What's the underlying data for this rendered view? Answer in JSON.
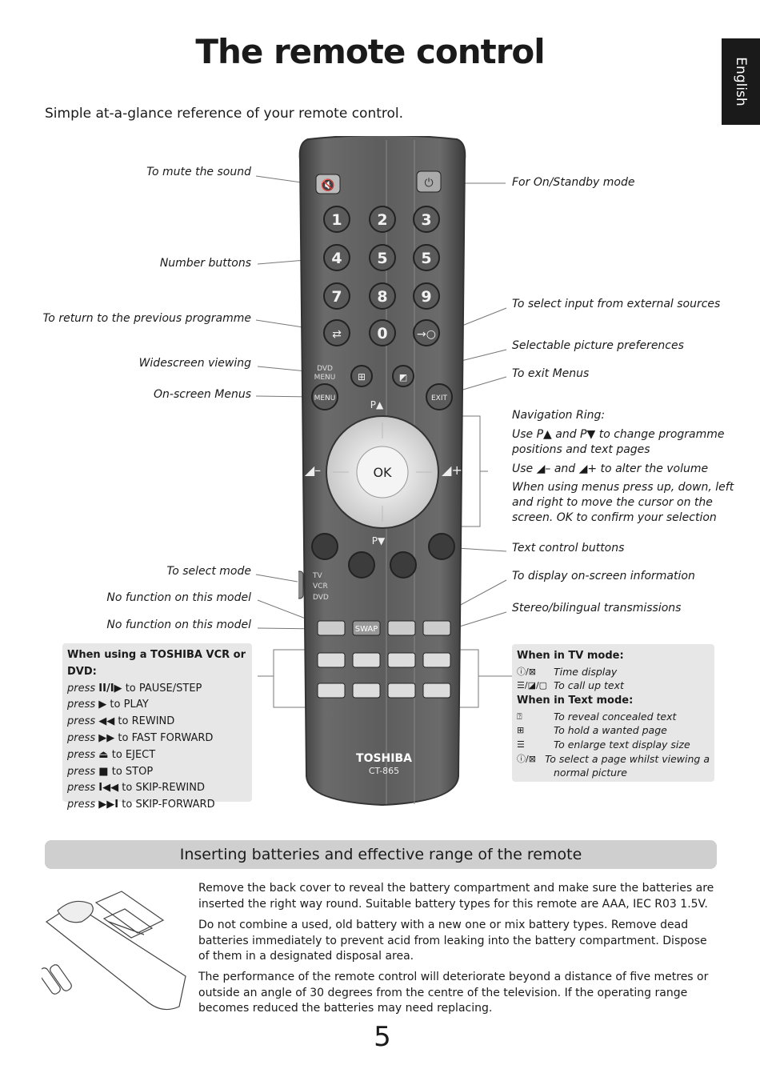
{
  "page": {
    "title": "The remote control",
    "language_tab": "English",
    "subtitle": "Simple at-a-glance reference of your remote control.",
    "page_number": "5"
  },
  "remote": {
    "brand": "TOSHIBA",
    "model": "CT-865",
    "ok_label": "OK",
    "number_keys": [
      "1",
      "2",
      "3",
      "4",
      "5",
      "5",
      "7",
      "8",
      "9",
      "0"
    ],
    "dvd_menu_label": "DVD\nMENU",
    "menu_label": "MENU",
    "exit_label": "EXIT",
    "swap_label": "SWAP",
    "p_up": "P▲",
    "p_down": "P▼",
    "mode_switch": [
      "TV",
      "VCR",
      "DVD"
    ]
  },
  "labels_left": {
    "mute": "To mute the sound",
    "numbers": "Number buttons",
    "return": "To return to the previous programme",
    "widescreen": "Widescreen viewing",
    "menus": "On-screen Menus",
    "select_mode": "To select mode",
    "no_function_1": "No function on this model",
    "no_function_2": "No function on this model"
  },
  "labels_right": {
    "standby": "For On/Standby mode",
    "input": "To select input from external sources",
    "picture": "Selectable picture preferences",
    "exit": "To exit Menus",
    "nav_title": "Navigation Ring:",
    "nav_line1": "Use P▲ and  P▼ to change programme",
    "nav_line2": "positions and text pages",
    "nav_line3": "Use ◢– and ◢+ to alter the volume",
    "nav_line4": "When using menus press up, down, left",
    "nav_line5": "and right to move the cursor on the",
    "nav_line6": "screen. OK to confirm your selection",
    "text_control": "Text control buttons",
    "info": "To display on-screen information",
    "stereo": "Stereo/bilingual transmissions"
  },
  "vcr_box": {
    "heading": "When using a TOSHIBA VCR or DVD:",
    "rows": [
      {
        "press": "press",
        "symbol": "II/I▶",
        "action": "to PAUSE/STEP"
      },
      {
        "press": "press",
        "symbol": "▶",
        "action": "to PLAY"
      },
      {
        "press": "press",
        "symbol": "◀◀",
        "action": "to REWIND"
      },
      {
        "press": "press",
        "symbol": "▶▶",
        "action": "to FAST FORWARD"
      },
      {
        "press": "press",
        "symbol": "⏏",
        "action": "to EJECT"
      },
      {
        "press": "press",
        "symbol": "■",
        "action": "to STOP"
      },
      {
        "press": "press",
        "symbol": "I◀◀",
        "action": "to SKIP-REWIND"
      },
      {
        "press": "press",
        "symbol": "▶▶I",
        "action": "to SKIP-FORWARD"
      }
    ]
  },
  "tv_box": {
    "heading_tv": "When in TV mode:",
    "tv_rows": [
      {
        "icon": "ⓘ/⊠",
        "text": "Time display"
      },
      {
        "icon": "☰/◪/▢",
        "text": "To call up text"
      }
    ],
    "heading_text": "When in Text mode:",
    "text_rows": [
      {
        "icon": "⍰",
        "text": "To reveal concealed text"
      },
      {
        "icon": "⊞",
        "text": "To hold a wanted page"
      },
      {
        "icon": "☰",
        "text": "To enlarge text display size"
      },
      {
        "icon": "ⓘ/⊠",
        "text": "To select a page whilst viewing a"
      },
      {
        "icon": "",
        "text": "normal picture"
      }
    ]
  },
  "batteries": {
    "heading": "Inserting batteries and effective range of the remote",
    "para1": "Remove the back cover to reveal the battery compartment and make sure the batteries are inserted the right way round. Suitable battery types for this remote are AAA, IEC R03 1.5V.",
    "para2": "Do not combine a used, old battery with a new one or mix battery types. Remove dead batteries immediately to prevent acid from leaking into the battery compartment. Dispose of them in a designated disposal area.",
    "para3": "The performance of the remote control will deteriorate beyond a distance of five metres or outside an angle of 30 degrees from the centre of the television. If the operating range becomes reduced the batteries may need replacing."
  }
}
